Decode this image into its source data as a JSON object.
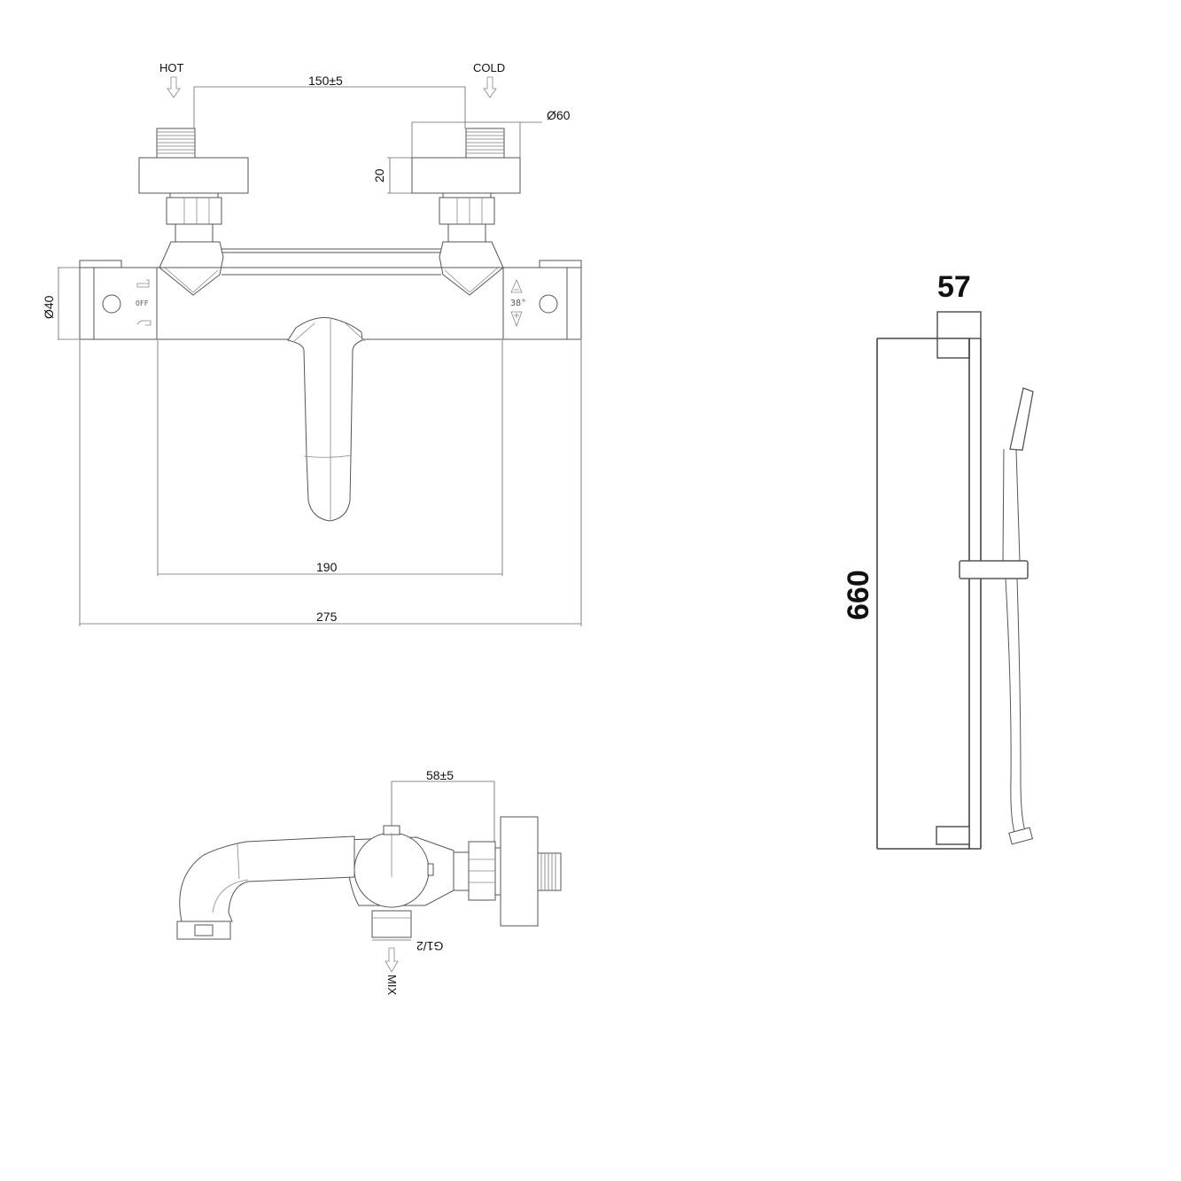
{
  "drawing": {
    "front_view": {
      "labels": {
        "hot": "HOT",
        "cold": "COLD",
        "inlet_spacing": "150±5",
        "flange_diameter": "Ø60",
        "flange_depth": "20",
        "body_diameter": "Ø40",
        "handle_span": "190",
        "overall_width": "275",
        "diverter_off": "OFF",
        "thermostat_temp": "38°"
      }
    },
    "side_view": {
      "labels": {
        "wall_offset": "58±5",
        "outlet_thread": "G1/2",
        "outlet_flow": "MIX"
      }
    },
    "shower_rail": {
      "labels": {
        "bracket_width": "57",
        "rail_height": "660"
      }
    }
  }
}
